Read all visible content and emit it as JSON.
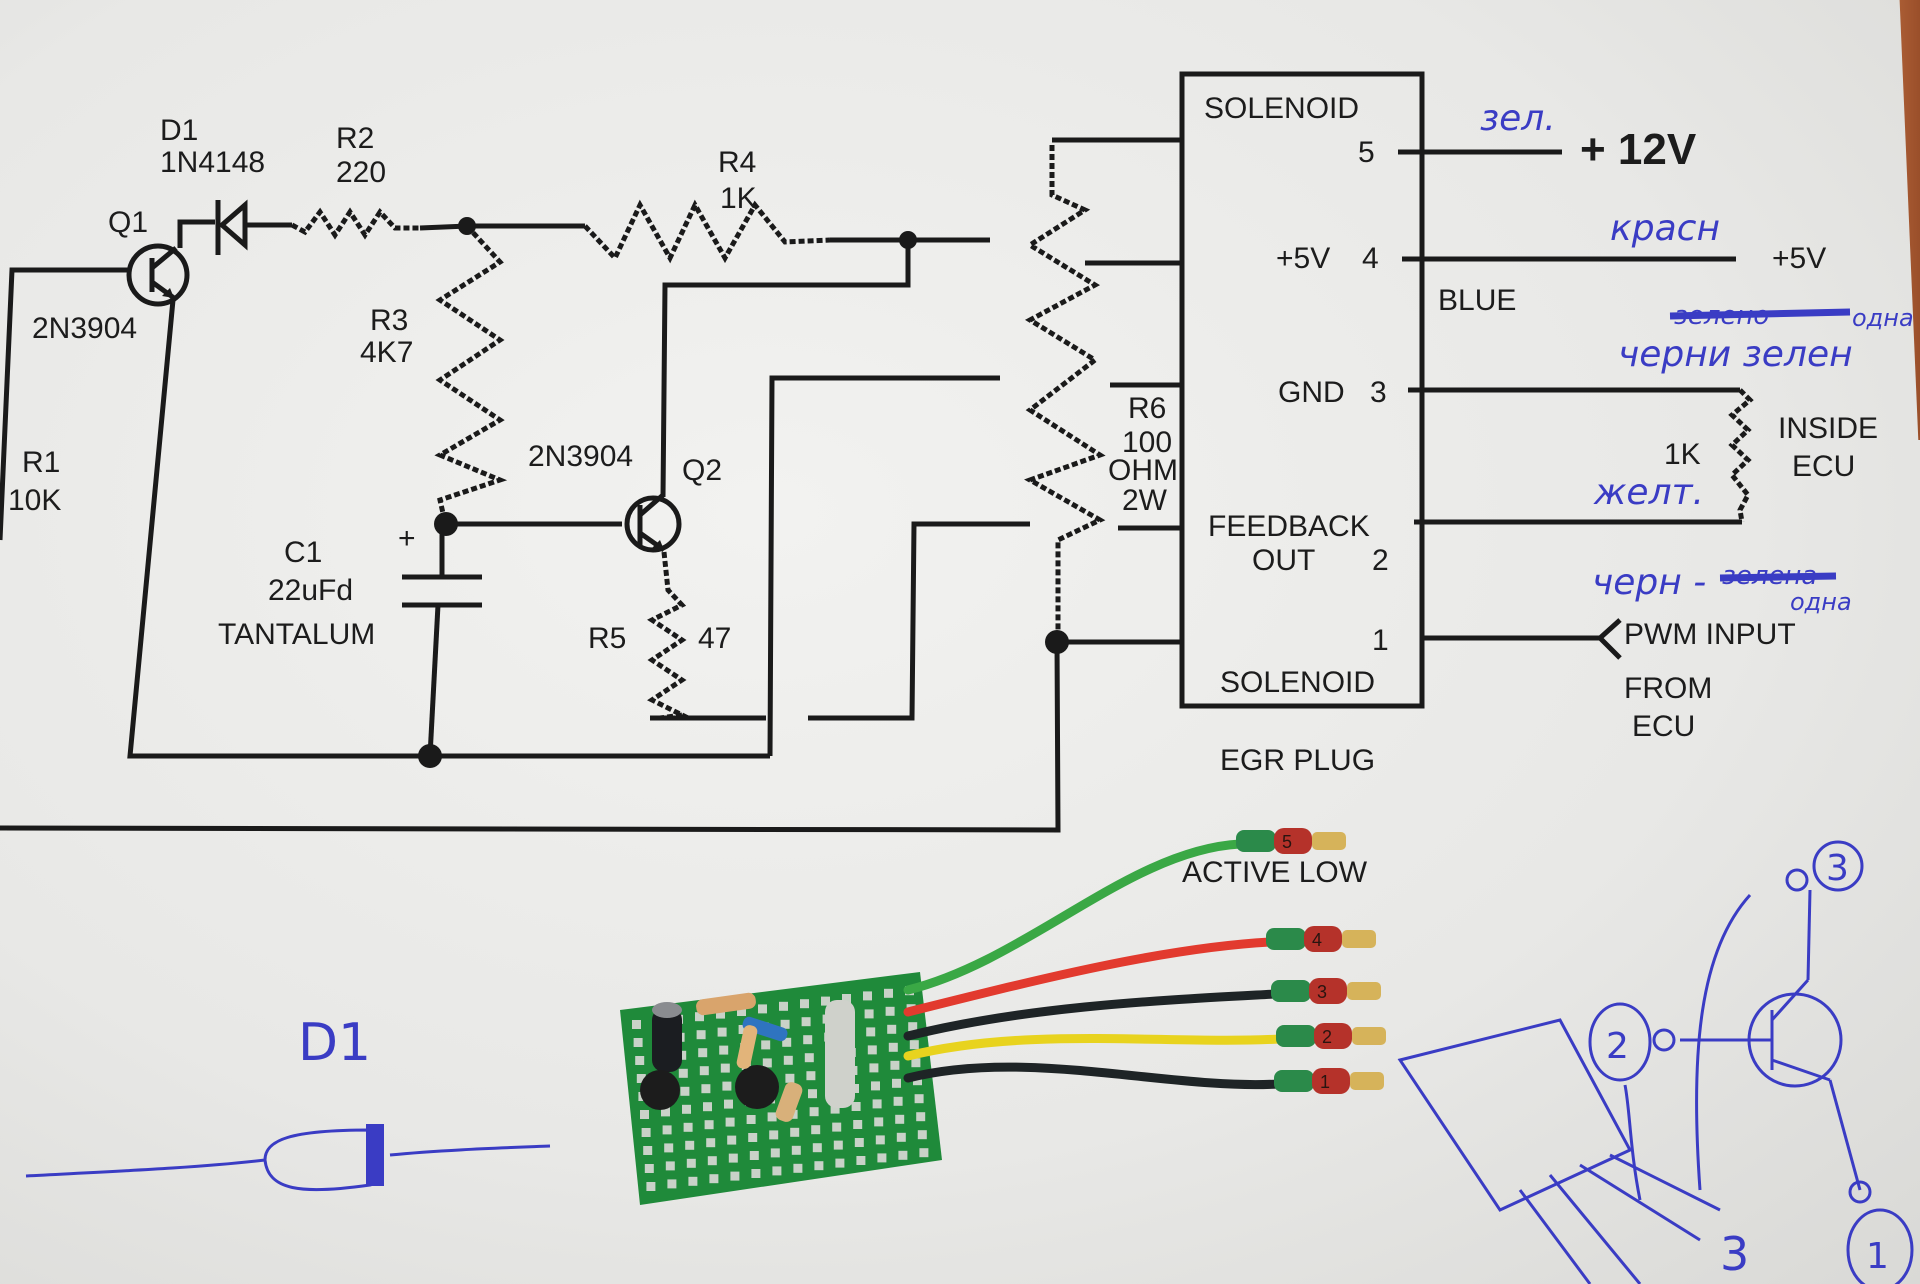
{
  "schematic": {
    "components": {
      "q1": {
        "ref": "Q1",
        "part": "2N3904"
      },
      "d1": {
        "ref": "D1",
        "part": "1N4148"
      },
      "r1": {
        "ref": "R1",
        "value": "10K"
      },
      "r2": {
        "ref": "R2",
        "value": "220"
      },
      "r3": {
        "ref": "R3",
        "value": "4K7"
      },
      "r4": {
        "ref": "R4",
        "value": "1K"
      },
      "r5": {
        "ref": "R5",
        "value": "47"
      },
      "r6": {
        "ref": "R6",
        "value": "100",
        "unit": "OHM",
        "power": "2W"
      },
      "c1": {
        "ref": "C1",
        "value": "22uFd",
        "type": "TANTALUM",
        "polarity": "+"
      },
      "q2": {
        "ref": "Q2",
        "part": "2N3904"
      }
    },
    "egr_plug": {
      "title": "EGR PLUG",
      "subtitle": "ACTIVE LOW",
      "pins": [
        {
          "num": "5",
          "name": "SOLENOID"
        },
        {
          "num": "4",
          "name": "+5V"
        },
        {
          "num": "3",
          "name": "GND"
        },
        {
          "num": "2",
          "name": "FEEDBACK",
          "name2": "OUT"
        },
        {
          "num": "1",
          "name": "SOLENOID"
        }
      ]
    },
    "external": {
      "v12": "+ 12V",
      "v5": "+5V",
      "blue": "BLUE",
      "inside_ecu_r": "1K",
      "inside": "INSIDE",
      "ecu": "ECU",
      "pwm": "PWM INPUT",
      "from": "FROM",
      "from_ecu": "ECU"
    }
  },
  "handwritten": {
    "pin5_color": "зел.",
    "pin4_color": "красн",
    "pin3_crossed": "зелено",
    "pin3_suffix": "одна",
    "pin3_color": "черни зелен",
    "pin2_color": "желт.",
    "pin1_color": "черн -",
    "pin1_crossed": "зелена",
    "pin1_suffix": "одна",
    "diode_label": "D1",
    "transistor_pins": [
      "1",
      "2",
      "3"
    ],
    "transistor_leg_label": "3"
  },
  "board": {
    "wires": [
      {
        "color": "#3aa845",
        "pin": "5"
      },
      {
        "color": "#e23a2e",
        "pin": "4"
      },
      {
        "color": "#1e2426",
        "pin": "3"
      },
      {
        "color": "#e8d31e",
        "pin": "2"
      },
      {
        "color": "#1e2426",
        "pin": "1"
      }
    ],
    "pcb_color": "#1f8a3a"
  }
}
